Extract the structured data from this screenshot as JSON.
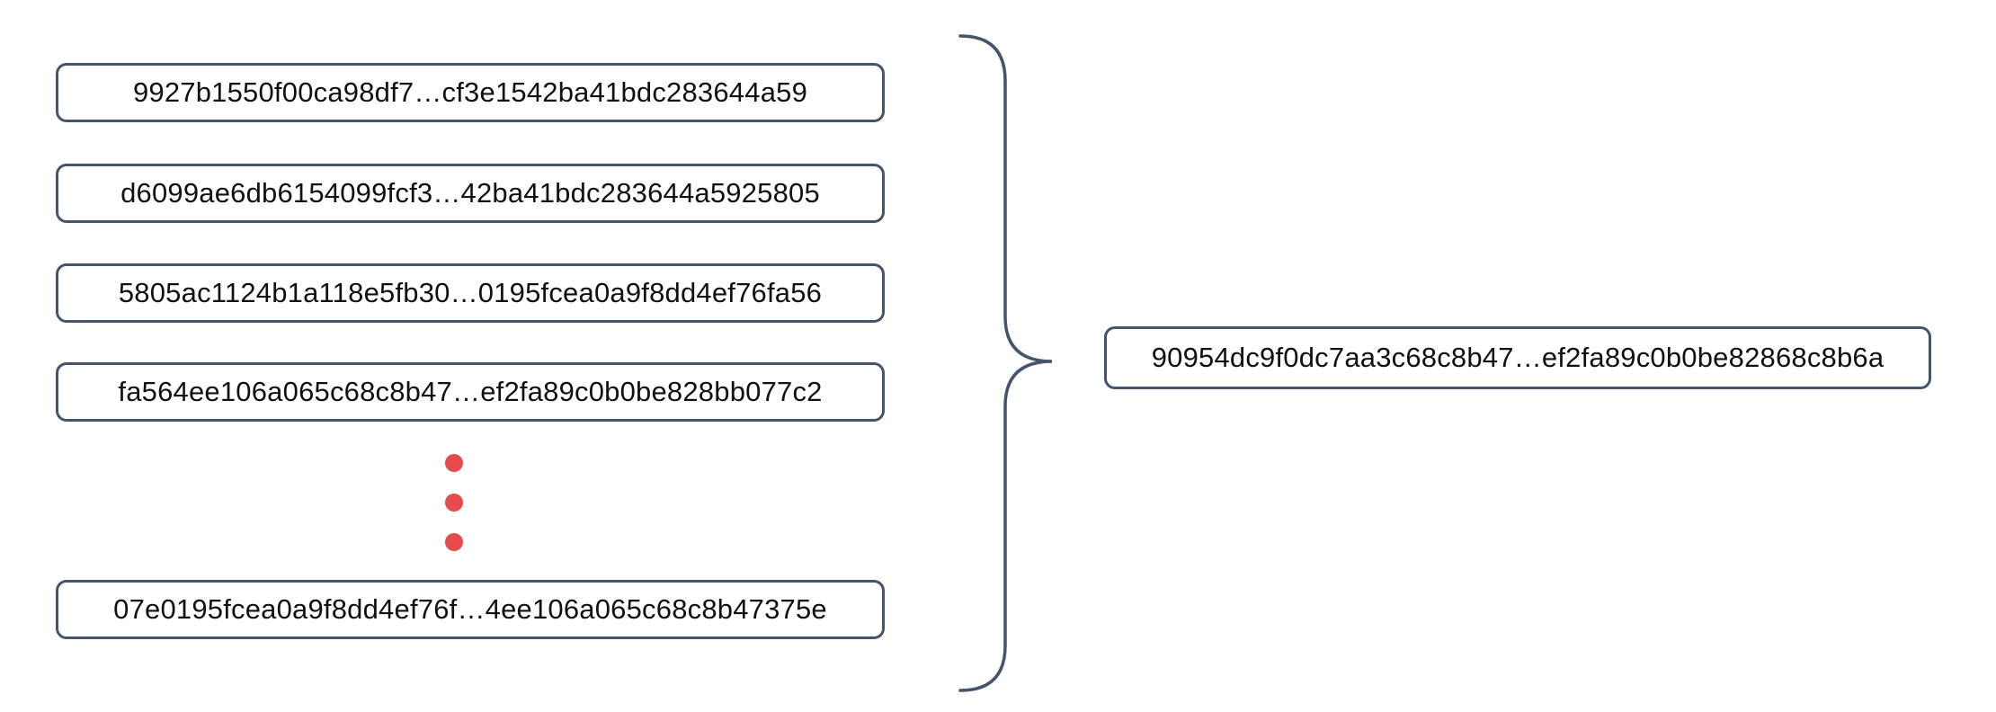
{
  "colors": {
    "background": "#ffffff",
    "outline": "#44546a",
    "dots": "#e64c4c",
    "text": "#111111"
  },
  "left_column": {
    "items": [
      "9927b1550f00ca98df7…cf3e1542ba41bdc283644a59",
      "d6099ae6db6154099fcf3…42ba41bdc283644a5925805",
      "5805ac1124b1a118e5fb30…0195fcea0a9f8dd4ef76fa56",
      "fa564ee106a065c68c8b47…ef2fa89c0b0be828bb077c2",
      "07e0195fcea0a9f8dd4ef76f…4ee106a065c68c8b47375e"
    ],
    "ellipsis_dot_count": 3
  },
  "right_column": {
    "result": "90954dc9f0dc7aa3c68c8b47…ef2fa89c0b0be82868c8b6a"
  },
  "icons": {
    "brace": "right-curly-brace",
    "ellipsis": "vertical-ellipsis-red-dots"
  }
}
